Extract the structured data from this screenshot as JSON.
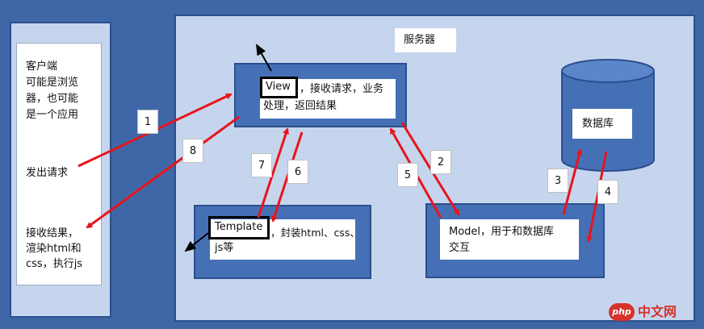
{
  "client": {
    "lines": [
      "客户端",
      "可能是浏览",
      "器，也可能",
      "是一个应用"
    ],
    "send_request": "发出请求",
    "receive_lines": [
      "接收结果，",
      "渲染html和",
      "css，执行js"
    ]
  },
  "server": {
    "title": "服务器",
    "view": {
      "label": "View",
      "desc_line1": "，接收请求，业务",
      "desc_line2": "处理，返回结果"
    },
    "template": {
      "label": "Template",
      "desc_line1": "，封装html、css、",
      "desc_line2": "js等"
    },
    "model": {
      "desc_line1": "Model，用于和数据库",
      "desc_line2": "交互"
    },
    "database": "数据库"
  },
  "steps": [
    "1",
    "2",
    "3",
    "4",
    "5",
    "6",
    "7",
    "8"
  ],
  "colors": {
    "background": "#3f67a8",
    "panel": "#c6d5ee",
    "box": "#4570b6",
    "arrow": "#e8141c",
    "watermark": "#d7322b"
  },
  "watermark": {
    "badge": "php",
    "text": "中文网"
  }
}
